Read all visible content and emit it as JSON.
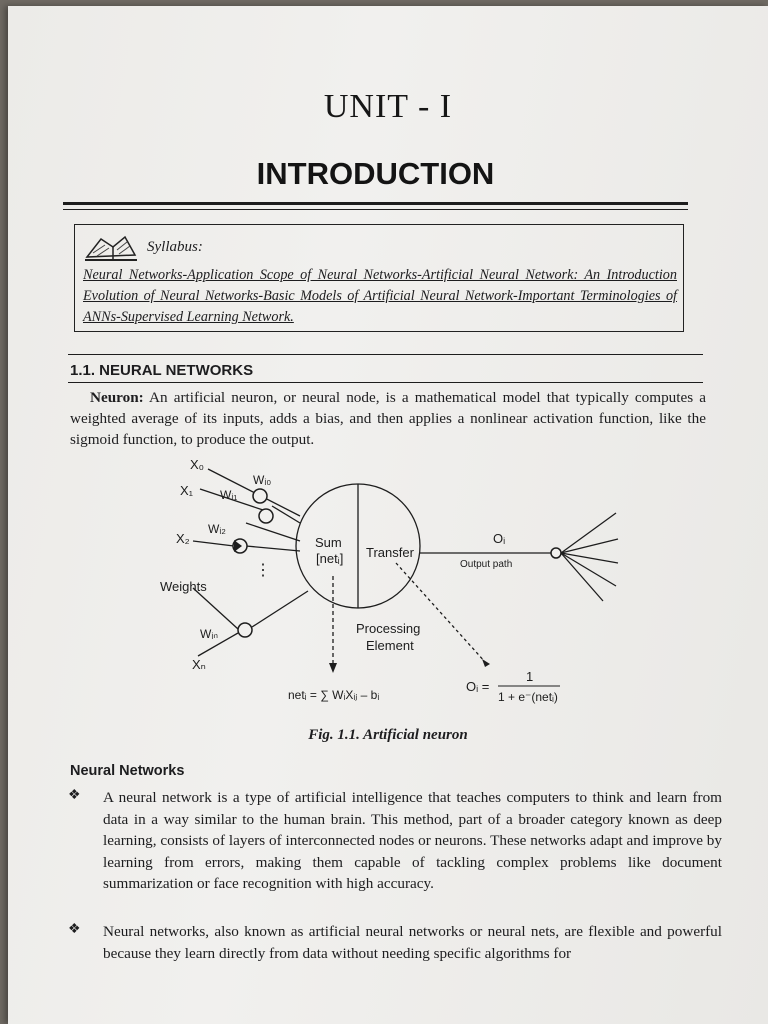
{
  "header": {
    "unit": "UNIT - I",
    "chapter": "INTRODUCTION"
  },
  "syllabus": {
    "label": "Syllabus:",
    "text": "Neural Networks-Application Scope of Neural Networks-Artificial Neural Network: An Introduction Evolution of Neural Networks-Basic Models of Artificial Neural Network-Important Terminologies of ANNs-Supervised Learning Network."
  },
  "section": {
    "heading": "1.1. NEURAL NETWORKS",
    "neuron_term": "Neuron:",
    "neuron_text": "An artificial neuron, or neural node, is a mathematical model that typically computes a weighted average of its inputs, adds a bias, and then applies a nonlinear activation function, like the sigmoid function, to produce the output."
  },
  "figure": {
    "inputs": [
      "X₀",
      "X₁",
      "X₂",
      "Xₙ"
    ],
    "weights": [
      "Wᵢ₀",
      "Wᵢ₁",
      "Wᵢ₂",
      "Wᵢₙ"
    ],
    "weights_label": "Weights",
    "dots": "⋮",
    "sum_label": "Sum",
    "net_label": "[netᵢ]",
    "transfer_label": "Transfer",
    "processing_line1": "Processing",
    "processing_line2": "Element",
    "output_symbol": "Oᵢ",
    "output_path": "Output path",
    "net_equation": "netᵢ = ∑ WᵢXᵢⱼ – bᵢ",
    "sigmoid_lhs": "Oᵢ =",
    "sigmoid_num": "1",
    "sigmoid_den": "1 + e⁻(netᵢ)",
    "caption": "Fig. 1.1. Artificial neuron"
  },
  "neural_networks": {
    "heading": "Neural Networks",
    "bullet_mark": "❖",
    "bullets": [
      "A neural network is a type of artificial intelligence that teaches computers to think and learn from data in a way similar to the human brain. This method, part of a broader category known as deep learning, consists of layers of interconnected nodes or neurons. These networks adapt and improve by learning from errors, making them capable of tackling complex problems like document summarization or face recognition with high accuracy.",
      "Neural networks, also known as artificial neural networks or neural nets, are flexible and powerful because they learn directly from data without needing specific algorithms for"
    ]
  }
}
